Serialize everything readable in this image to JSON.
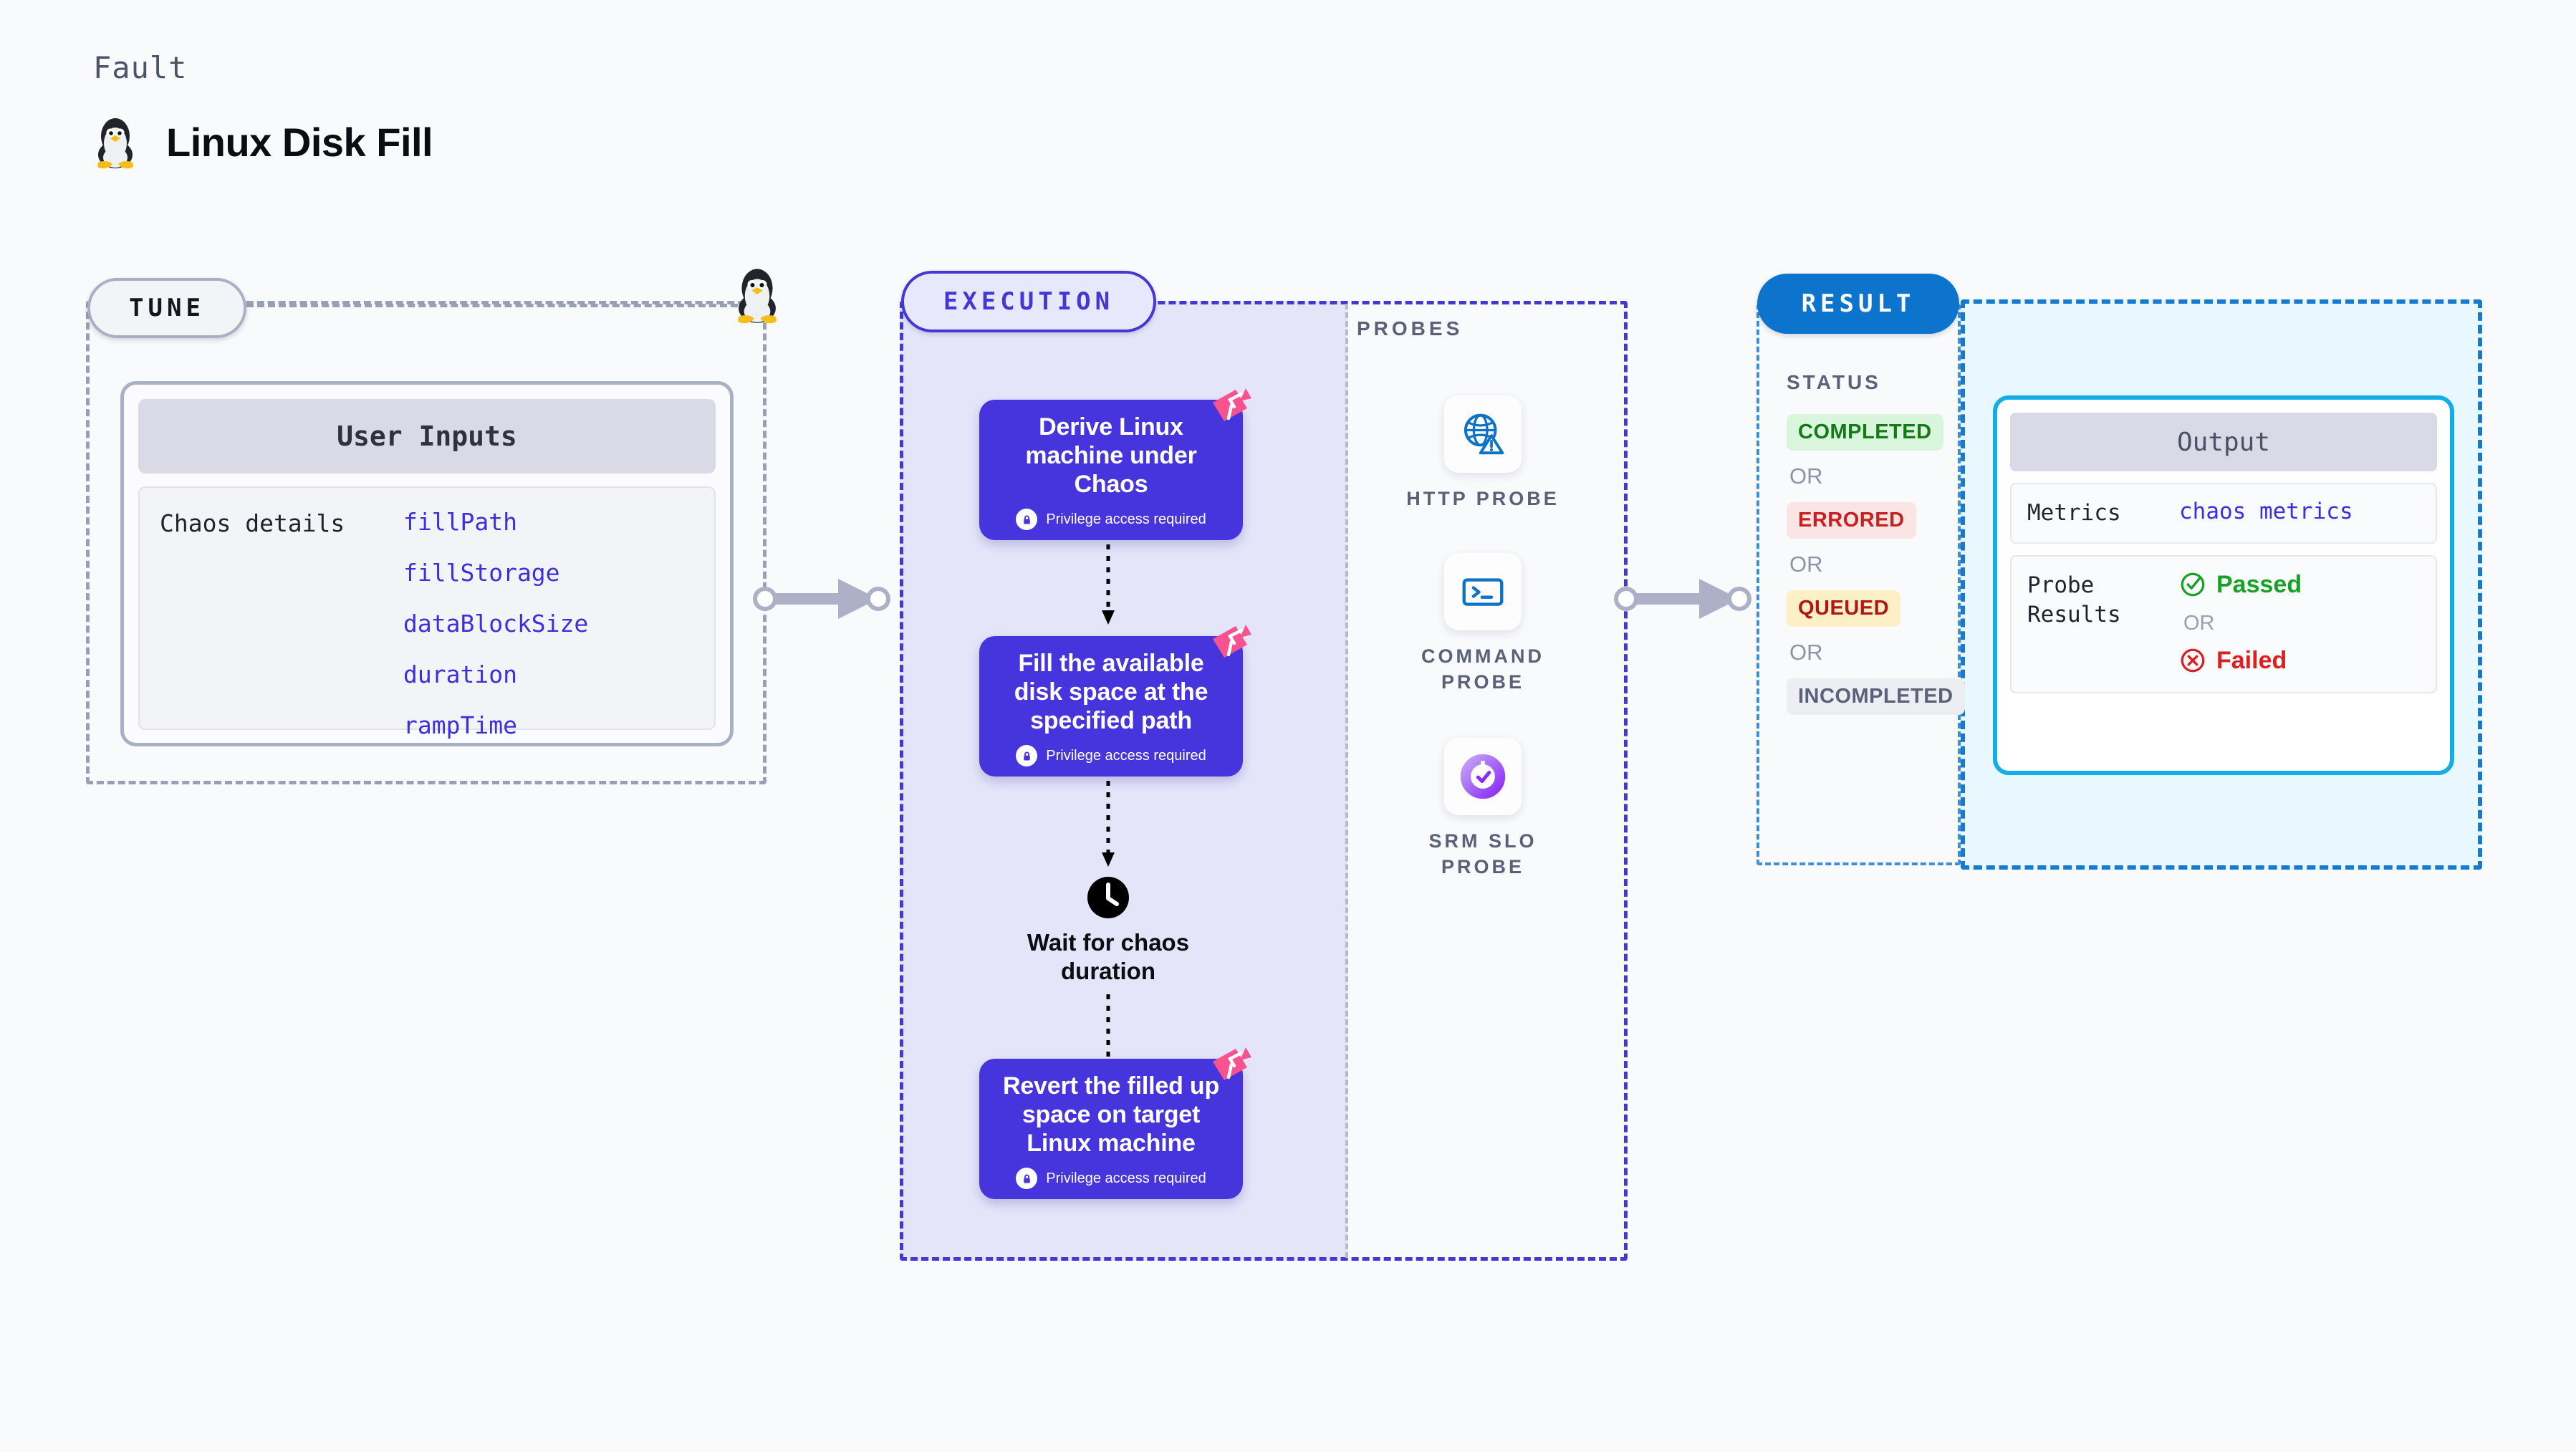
{
  "header": {
    "kicker": "Fault",
    "title": "Linux Disk Fill",
    "icon": "linux-tux-penguin-icon"
  },
  "tune": {
    "pill_label": "TUNE",
    "card": {
      "head_title": "User Inputs",
      "row_label": "Chaos details",
      "values": [
        "fillPath",
        "fillStorage",
        "dataBlockSize",
        "duration",
        "rampTime"
      ]
    },
    "line_marker_icon": "linux-tux-penguin-icon"
  },
  "execution": {
    "pill_label": "EXECUTION",
    "privilege_note": "Privilege access required",
    "nodes": [
      {
        "title": "Derive Linux machine under Chaos",
        "privileged": true,
        "flag": "chaos-flag-icon"
      },
      {
        "title": "Fill the available disk space at the specified path",
        "privileged": true,
        "flag": "chaos-flag-icon"
      },
      {
        "title": "Revert the filled up space on target Linux machine",
        "privileged": true,
        "flag": "chaos-flag-icon"
      }
    ],
    "wait": {
      "label": "Wait for chaos duration",
      "icon": "clock-icon"
    }
  },
  "probes": {
    "label": "PROBES",
    "items": [
      {
        "name": "HTTP PROBE",
        "icon": "globe-warning-icon"
      },
      {
        "name": "COMMAND PROBE",
        "icon": "terminal-icon"
      },
      {
        "name": "SRM SLO PROBE",
        "icon": "slo-donut-check-icon"
      }
    ]
  },
  "result": {
    "pill_label": "RESULT",
    "status_label": "STATUS",
    "or_label": "OR",
    "statuses": [
      {
        "label": "COMPLETED",
        "tone": "green"
      },
      {
        "label": "ERRORED",
        "tone": "red"
      },
      {
        "label": "QUEUED",
        "tone": "amber"
      },
      {
        "label": "INCOMPLETED",
        "tone": "grey"
      }
    ],
    "output": {
      "head_title": "Output",
      "metrics_key": "Metrics",
      "metrics_value": "chaos metrics",
      "probe_results_key": "Probe\nResults",
      "passed_label": "Passed",
      "failed_label": "Failed",
      "or_label": "OR",
      "passed_icon": "check-circle-icon",
      "failed_icon": "x-circle-icon"
    }
  },
  "colors": {
    "page_bg": "#f9fafc",
    "tune_border": "#9aa0b4",
    "execution_accent": "#4338d4",
    "execution_node": "#4634dd",
    "execution_fill": "#e5e5fa",
    "result_accent": "#0d74ce",
    "output_border": "#12aee8",
    "output_fill": "#e9f8fe",
    "chaos_flag": "#f8538f",
    "value_text": "#3b2fe0",
    "passed": "#17a126",
    "failed": "#dc1f1f"
  }
}
